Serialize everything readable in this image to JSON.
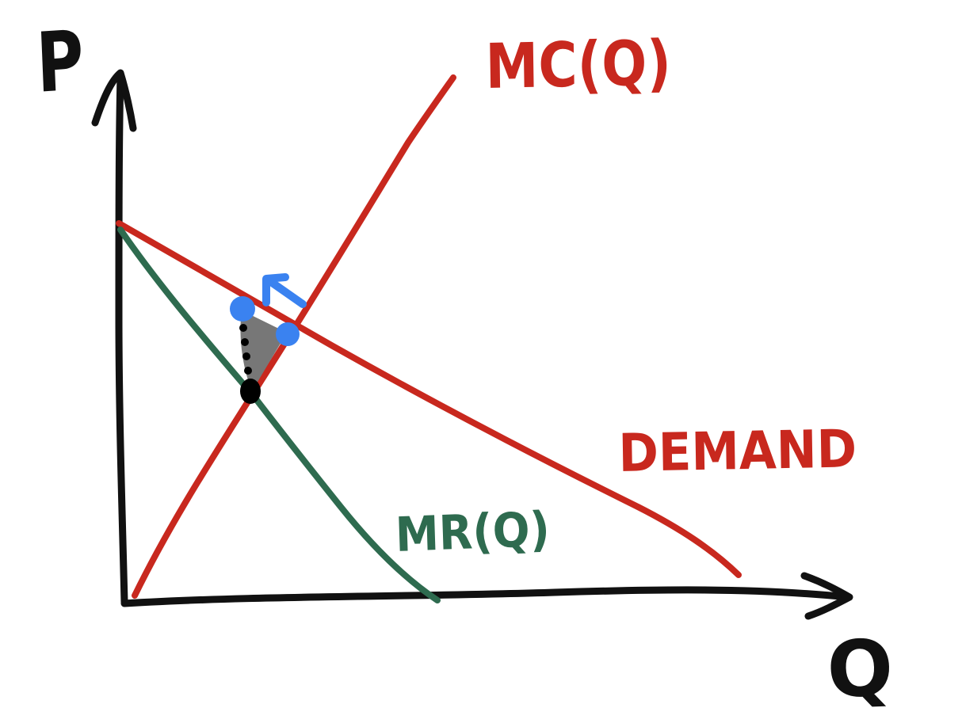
{
  "diagram": {
    "axes": {
      "y_label": "P",
      "x_label": "Q"
    },
    "curves": {
      "mc_label": "MC(Q)",
      "demand_label": "DEMAND",
      "mr_label": "MR(Q)"
    },
    "colors": {
      "axis": "#111111",
      "red": "#c8281e",
      "green": "#2e6b4f",
      "blue": "#3a82f0",
      "deadweight_fill": "#777777",
      "black_dot": "#000000"
    }
  }
}
